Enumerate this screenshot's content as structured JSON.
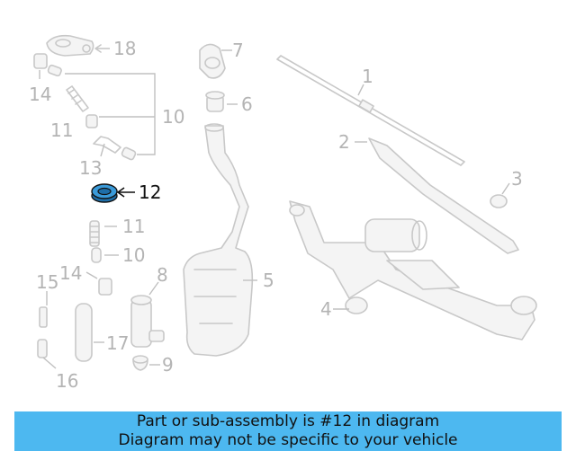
{
  "diagram": {
    "callouts": {
      "c1": "1",
      "c2": "2",
      "c3": "3",
      "c4": "4",
      "c5": "5",
      "c6": "6",
      "c7": "7",
      "c8": "8",
      "c9": "9",
      "c10a": "10",
      "c10b": "10",
      "c11a": "11",
      "c11b": "11",
      "c12": "12",
      "c13": "13",
      "c14a": "14",
      "c14b": "14",
      "c15": "15",
      "c16": "16",
      "c17": "17",
      "c18": "18"
    },
    "highlight_part": "12",
    "highlight_color": "#3a9ad9"
  },
  "banner": {
    "line1": "Part or sub-assembly is #12 in diagram",
    "line2": "Diagram may not be specific to your vehicle",
    "background": "#4db8f0"
  }
}
